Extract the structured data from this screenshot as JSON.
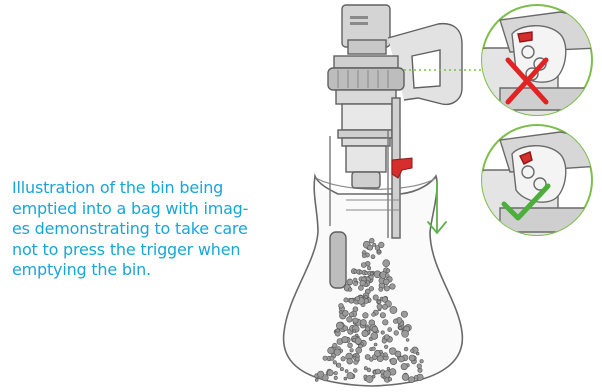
{
  "caption": {
    "lines": [
      "Illustration of the bin being",
      "emptied into a bag with imag-",
      "es demonstrating to take care",
      "not to press the trigger when",
      "emptying the bin."
    ]
  },
  "colors": {
    "caption_text": "#19a6d6",
    "line_art": "#555555",
    "trigger_red": "#d62d2d",
    "callout_green": "#7dbf4a",
    "cross_red": "#e02424",
    "tick_green": "#4caf3a",
    "arrow_green": "#5cb34a"
  },
  "icons": {
    "wrong": "cross-icon",
    "right": "checkmark-icon",
    "direction": "down-arrow-icon"
  }
}
